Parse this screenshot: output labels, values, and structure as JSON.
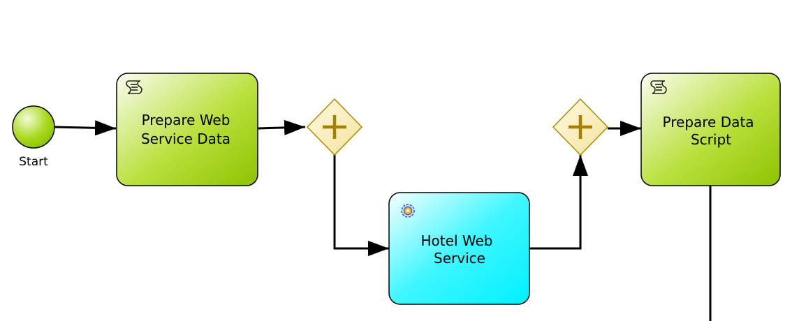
{
  "diagram": {
    "start_event": {
      "label": "Start"
    },
    "tasks": {
      "prepare_ws_data": {
        "line1": "Prepare Web",
        "line2": "Service Data",
        "type": "script-task"
      },
      "hotel_ws": {
        "line1": "Hotel Web",
        "line2": "Service",
        "type": "service-task"
      },
      "prepare_data_script": {
        "line1": "Prepare Data",
        "line2": "Script",
        "type": "script-task"
      }
    },
    "gateways": {
      "split": {
        "type": "parallel-gateway"
      },
      "join": {
        "type": "parallel-gateway"
      }
    },
    "colors": {
      "script_task_fill_light": "#f4fbe2",
      "script_task_fill_dark": "#8fc400",
      "service_task_fill_light": "#f2ffff",
      "service_task_fill_dark": "#00f2ff",
      "gateway_fill": "#f6e9a6",
      "gateway_stroke": "#b08a00",
      "gateway_plus": "#a67f00",
      "start_fill": "#9bd200",
      "flow": "#000000"
    }
  }
}
